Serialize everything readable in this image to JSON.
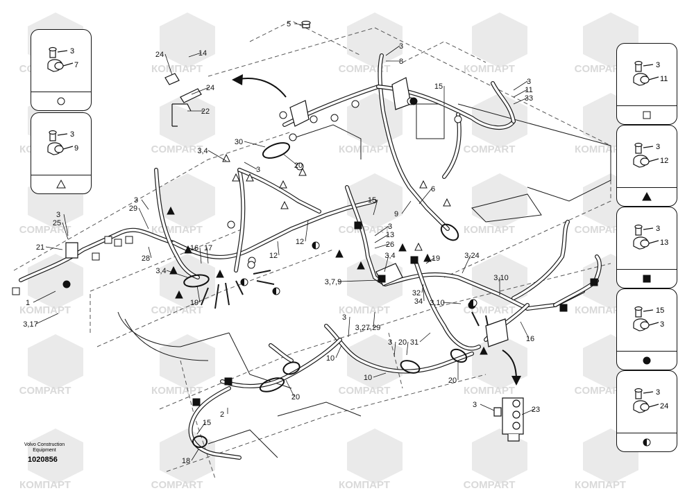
{
  "watermark": {
    "text_latin": "COMPART",
    "text_cyrillic": "КОМПАРТ",
    "color": "#d9d9d9"
  },
  "caption": {
    "line1": "Volvo Construction",
    "line2": "Equipment"
  },
  "document_id": "1020856",
  "legend_panels": [
    {
      "refs": [
        "3",
        "7"
      ],
      "symbol": "circle"
    },
    {
      "refs": [
        "3",
        "9"
      ],
      "symbol": "triangle"
    },
    {
      "refs": [
        "3",
        "11"
      ],
      "symbol": "square"
    },
    {
      "refs": [
        "3",
        "12"
      ],
      "symbol": "filled-triangle"
    },
    {
      "refs": [
        "3",
        "13"
      ],
      "symbol": "filled-square"
    },
    {
      "refs": [
        "15",
        "3"
      ],
      "symbol": "filled-circle"
    },
    {
      "refs": [
        "3",
        "24"
      ],
      "symbol": "half-circle"
    }
  ],
  "callouts": [
    "5",
    "3",
    "8",
    "24",
    "14",
    "24",
    "22",
    "3",
    "11",
    "33",
    "15",
    "30",
    "3,4",
    "20",
    "3",
    "3",
    "29",
    "3",
    "25",
    "21",
    "28",
    "16",
    "17",
    "3,4",
    "19",
    "15",
    "3",
    "13",
    "26",
    "12",
    "12",
    "9",
    "6",
    "19",
    "3,4",
    "3,7,9",
    "32",
    "34",
    "3,24",
    "3,10",
    "3,10",
    "1",
    "3,17",
    "16",
    "3",
    "3,27,29",
    "31",
    "3",
    "20",
    "10",
    "10",
    "20",
    "20",
    "2",
    "15",
    "18",
    "3",
    "23"
  ],
  "diagram_colors": {
    "line": "#1a1a1a",
    "dash": "#555555",
    "hose": "#ffffff"
  }
}
